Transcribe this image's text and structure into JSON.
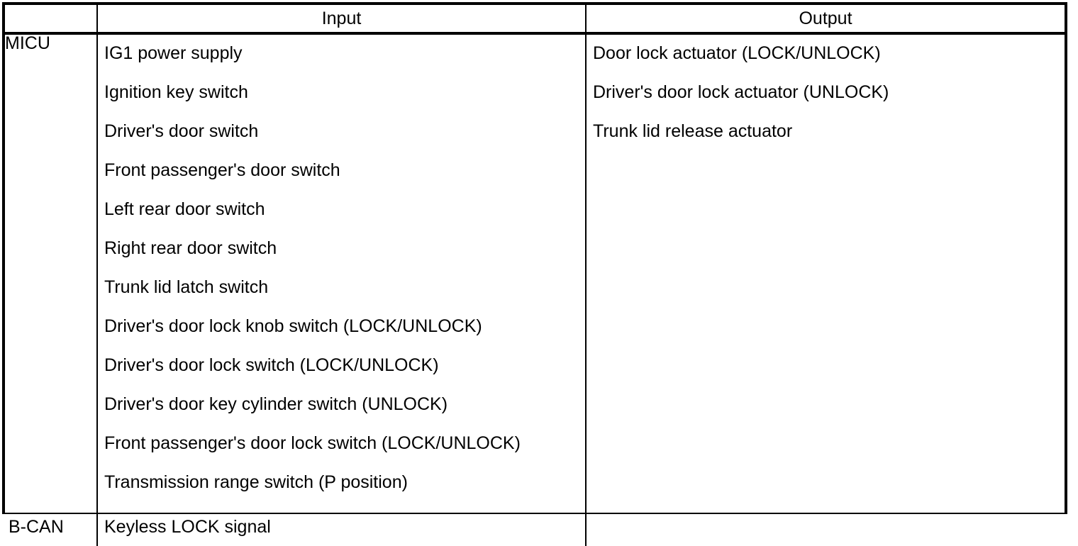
{
  "table": {
    "columns": [
      {
        "key": "system",
        "label": ""
      },
      {
        "key": "input",
        "label": "Input"
      },
      {
        "key": "output",
        "label": "Output"
      }
    ],
    "rows": [
      {
        "system": "MICU",
        "input": [
          "IG1 power supply",
          "Ignition key switch",
          "Driver's door switch",
          "Front passenger's door switch",
          "Left rear door switch",
          "Right rear door switch",
          "Trunk lid latch switch",
          "Driver's door lock knob switch (LOCK/UNLOCK)",
          "Driver's door lock switch (LOCK/UNLOCK)",
          "Driver's door key cylinder switch (UNLOCK)",
          "Front passenger's door lock switch (LOCK/UNLOCK)",
          "Transmission range switch (P position)"
        ],
        "output": [
          "Door lock actuator (LOCK/UNLOCK)",
          "Driver's door lock actuator (UNLOCK)",
          "Trunk lid release actuator"
        ]
      },
      {
        "system": "B-CAN",
        "input": [
          "Keyless LOCK signal"
        ],
        "output": []
      }
    ]
  },
  "style": {
    "text_color": "#000000",
    "border_color": "#000000",
    "background_color": "#ffffff"
  }
}
